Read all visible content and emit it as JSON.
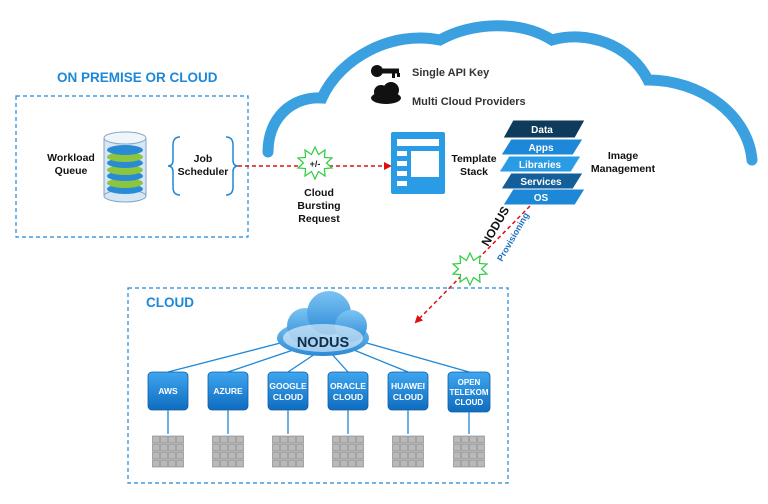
{
  "top_legend": {
    "api_key": "Single API Key",
    "multi_cloud": "Multi Cloud Providers"
  },
  "premise_box": {
    "title": "ON PREMISE OR CLOUD",
    "workload_line1": "Workload",
    "workload_line2": "Queue",
    "scheduler_line1": "Job",
    "scheduler_line2": "Scheduler"
  },
  "bursting": {
    "symbol": "+/-",
    "line1": "Cloud",
    "line2": "Bursting",
    "line3": "Request"
  },
  "template": {
    "line1": "Template",
    "line2": "Stack"
  },
  "image_stack": {
    "layers": [
      "Data",
      "Apps",
      "Libraries",
      "Services",
      "OS"
    ],
    "label_line1": "Image",
    "label_line2": "Management"
  },
  "provisioning": {
    "nodus": "NODUS",
    "label": "Provisioning"
  },
  "cloud_box": {
    "title": "CLOUD",
    "hub_label": "NODUS",
    "providers": [
      {
        "line1": "AWS",
        "line2": "",
        "line3": ""
      },
      {
        "line1": "AZURE",
        "line2": "",
        "line3": ""
      },
      {
        "line1": "GOOGLE",
        "line2": "CLOUD",
        "line3": ""
      },
      {
        "line1": "ORACLE",
        "line2": "CLOUD",
        "line3": ""
      },
      {
        "line1": "HUAWEI",
        "line2": "CLOUD",
        "line3": ""
      },
      {
        "line1": "OPEN",
        "line2": "TELEKOM",
        "line3": "CLOUD"
      }
    ]
  },
  "colors": {
    "blue": "#1e88d8",
    "cloud_outline": "#3aa0e0",
    "dashed_red": "#e01010",
    "dark_navy": "#0e3a5c",
    "starburst": "#2ecc40"
  }
}
